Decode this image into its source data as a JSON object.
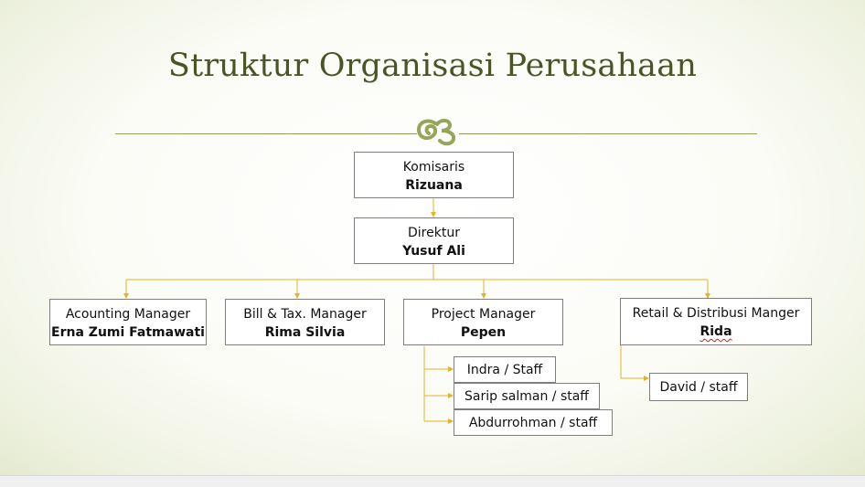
{
  "slide": {
    "title": "Struktur Organisasi Perusahaan",
    "accent_color": "#4a5526",
    "connector_color": "#e3b326",
    "ornament_icon": "swirl-ornament"
  },
  "org": {
    "komisaris": {
      "role": "Komisaris",
      "name": "Rizuana"
    },
    "direktur": {
      "role": "Direktur",
      "name": "Yusuf Ali"
    },
    "managers": [
      {
        "role": "Acounting Manager",
        "name": "Erna Zumi Fatmawati"
      },
      {
        "role": "Bill & Tax. Manager",
        "name": "Rima Silvia"
      },
      {
        "role": "Project Manager",
        "name": "Pepen"
      },
      {
        "role": "Retail & Distribusi Manger",
        "name": "Rida"
      }
    ],
    "project_staff": [
      "Indra / Staff",
      "Sarip salman / staff",
      "Abdurrohman / staff"
    ],
    "retail_staff": [
      "David / staff"
    ]
  }
}
